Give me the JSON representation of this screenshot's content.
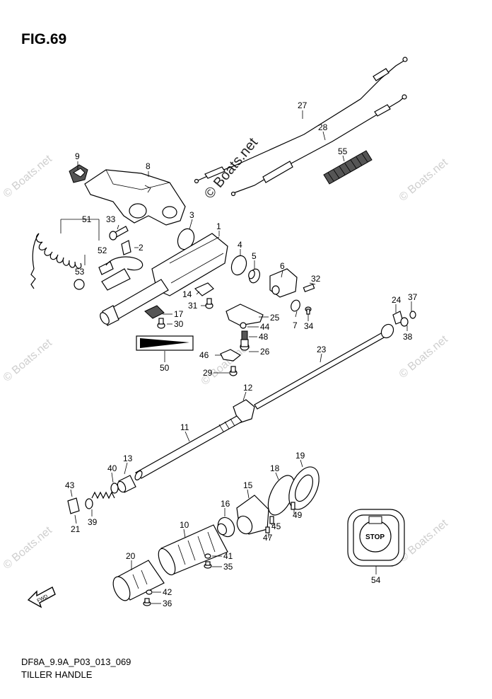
{
  "figure": {
    "title": "FIG.69",
    "code": "DF8A_9.9A_P03_013_069",
    "name": "TILLER HANDLE"
  },
  "watermark": {
    "text": "© Boats.net"
  },
  "stop_label": "STOP",
  "fwd_label": "FWD",
  "labels": {
    "p1": "1",
    "p2": "2",
    "p3": "3",
    "p4": "4",
    "p5": "5",
    "p6": "6",
    "p7": "7",
    "p8": "8",
    "p9": "9",
    "p10": "10",
    "p11": "11",
    "p12": "12",
    "p13": "13",
    "p14": "14",
    "p15": "15",
    "p16": "16",
    "p17": "17",
    "p18": "18",
    "p19": "19",
    "p20": "20",
    "p21": "21",
    "p23": "23",
    "p24": "24",
    "p25": "25",
    "p26": "26",
    "p27": "27",
    "p28": "28",
    "p29": "29",
    "p30": "30",
    "p31": "31",
    "p32": "32",
    "p33": "33",
    "p34": "34",
    "p35": "35",
    "p36": "36",
    "p37": "37",
    "p38": "38",
    "p39": "39",
    "p40": "40",
    "p41": "41",
    "p42": "42",
    "p43": "43",
    "p44": "44",
    "p45": "45",
    "p46": "46",
    "p47": "47",
    "p48": "48",
    "p49": "49",
    "p50": "50",
    "p51": "51",
    "p52": "52",
    "p53": "53",
    "p54": "54",
    "p55": "55"
  }
}
